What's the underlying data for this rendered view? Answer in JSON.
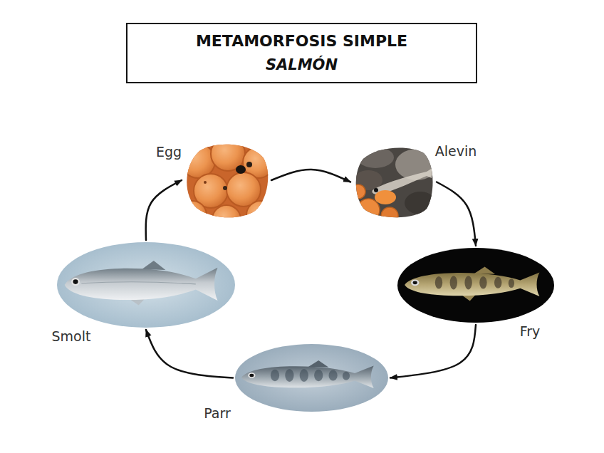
{
  "diagram": {
    "nodes": [
      {
        "text": [
          "METAMORFOSIS SIMPLE",
          "SALMÓN"
        ]
      },
      {
        "text": [
          "Egg"
        ]
      },
      {
        "text": [
          "Alevin"
        ]
      },
      {
        "text": [
          "Fry"
        ]
      },
      {
        "text": [
          "Parr"
        ]
      },
      {
        "text": [
          "Smolt"
        ]
      }
    ],
    "edges": [
      {
        "from": 1,
        "to": 2,
        "arrow": "to"
      },
      {
        "from": 2,
        "to": 3,
        "arrow": "to"
      },
      {
        "from": 3,
        "to": 4,
        "arrow": "to"
      },
      {
        "from": 4,
        "to": 5,
        "arrow": "to"
      },
      {
        "from": 5,
        "to": 1,
        "arrow": "to"
      }
    ]
  }
}
